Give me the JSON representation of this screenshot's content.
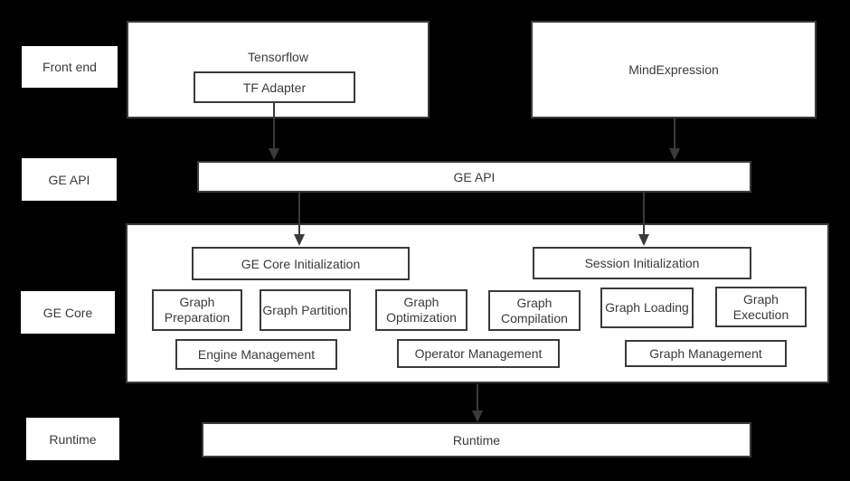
{
  "colors": {
    "background": "#000000",
    "box_fill": "#ffffff",
    "border": "#3a3a3a",
    "text": "#3a3a3a",
    "arrow": "#3a3a3a"
  },
  "side_labels": {
    "front_end": "Front end",
    "ge_api": "GE API",
    "ge_core": "GE Core",
    "runtime": "Runtime"
  },
  "front_end": {
    "tensorflow_title": "Tensorflow",
    "tf_adapter": "TF Adapter",
    "mindexpression": "MindExpression"
  },
  "ge_api_bar": {
    "label": "GE API"
  },
  "ge_core": {
    "ge_core_initialization": "GE Core Initialization",
    "session_initialization": "Session Initialization",
    "stages": [
      "Graph Preparation",
      "Graph Partition",
      "Graph Optimization",
      "Graph Compilation",
      "Graph Loading",
      "Graph Execution"
    ],
    "management": [
      "Engine Management",
      "Operator Management",
      "Graph Management"
    ]
  },
  "runtime_bar": {
    "label": "Runtime"
  }
}
